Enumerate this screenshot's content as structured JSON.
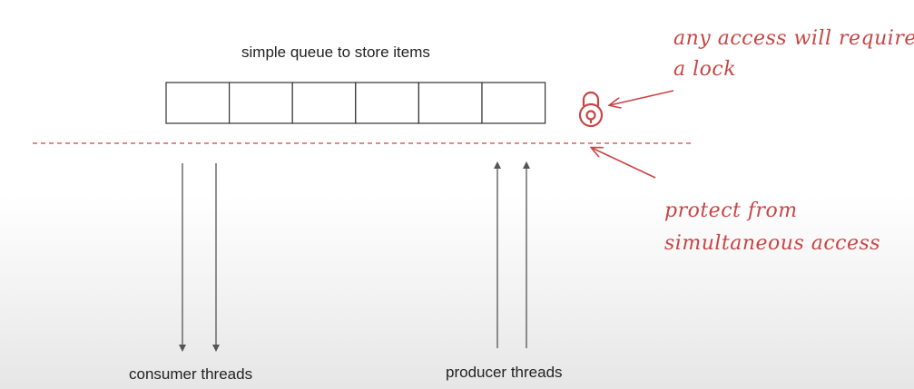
{
  "queue": {
    "title": "simple queue to store items",
    "cell_count": 6
  },
  "threads": {
    "consumer_label": "consumer threads",
    "producer_label": "producer threads"
  },
  "annotations": {
    "lock_line1": "any access will require",
    "lock_line2": "a lock",
    "protect_line1": "protect from",
    "protect_line2": "simultaneous access"
  },
  "colors": {
    "annotation": "#c94545",
    "arrow": "#555555",
    "cell_border": "#333333"
  },
  "icons": {
    "lock": "lock-icon"
  }
}
